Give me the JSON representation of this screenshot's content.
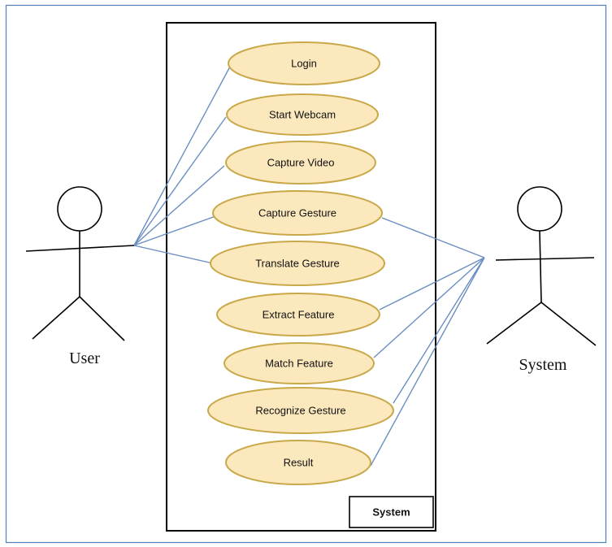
{
  "colors": {
    "frame": "#4f81bd",
    "boundary": "#000000",
    "ellipse_fill": "#fbe8bd",
    "ellipse_stroke": "#c9a84a",
    "connector": "#6b8ec2",
    "actor_stroke": "#000000"
  },
  "system_boundary": {
    "label": "System"
  },
  "actors": [
    {
      "name": "User"
    },
    {
      "name": "System"
    }
  ],
  "use_cases": [
    {
      "label": "Login"
    },
    {
      "label": "Start Webcam"
    },
    {
      "label": "Capture Video"
    },
    {
      "label": "Capture Gesture"
    },
    {
      "label": "Translate Gesture"
    },
    {
      "label": "Extract Feature"
    },
    {
      "label": "Match Feature"
    },
    {
      "label": "Recognize Gesture"
    },
    {
      "label": "Result"
    }
  ],
  "associations": [
    {
      "actor": "User",
      "use_case": "Login"
    },
    {
      "actor": "User",
      "use_case": "Start Webcam"
    },
    {
      "actor": "User",
      "use_case": "Capture Video"
    },
    {
      "actor": "User",
      "use_case": "Capture Gesture"
    },
    {
      "actor": "User",
      "use_case": "Translate Gesture"
    },
    {
      "actor": "System",
      "use_case": "Capture Gesture"
    },
    {
      "actor": "System",
      "use_case": "Extract Feature"
    },
    {
      "actor": "System",
      "use_case": "Match Feature"
    },
    {
      "actor": "System",
      "use_case": "Recognize Gesture"
    },
    {
      "actor": "System",
      "use_case": "Result"
    }
  ]
}
